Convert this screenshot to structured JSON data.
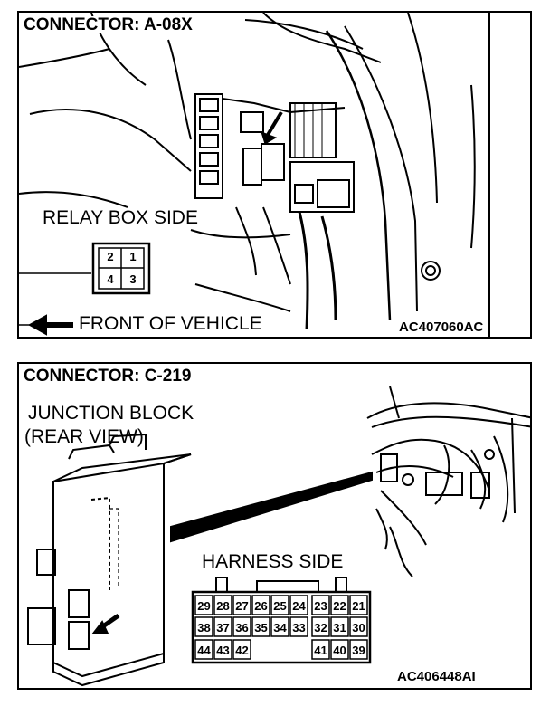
{
  "top_panel": {
    "title": "CONNECTOR: A-08X",
    "relay_box_label": "RELAY BOX SIDE",
    "front_label": "FRONT OF VEHICLE",
    "figure_code": "AC407060AC",
    "connector_pins": [
      "2",
      "1",
      "4",
      "3"
    ]
  },
  "bottom_panel": {
    "title": "CONNECTOR: C-219",
    "junction_line1": "JUNCTION BLOCK",
    "junction_line2": "(REAR VIEW)",
    "harness_label": "HARNESS SIDE",
    "figure_code": "AC406448AI",
    "pin_rows": [
      [
        "29",
        "28",
        "27",
        "26",
        "25",
        "24",
        "23",
        "22",
        "21"
      ],
      [
        "38",
        "37",
        "36",
        "35",
        "34",
        "33",
        "32",
        "31",
        "30"
      ],
      [
        "44",
        "43",
        "42",
        "41",
        "40",
        "39"
      ]
    ]
  },
  "colors": {
    "ink": "#000000",
    "background": "#ffffff"
  }
}
